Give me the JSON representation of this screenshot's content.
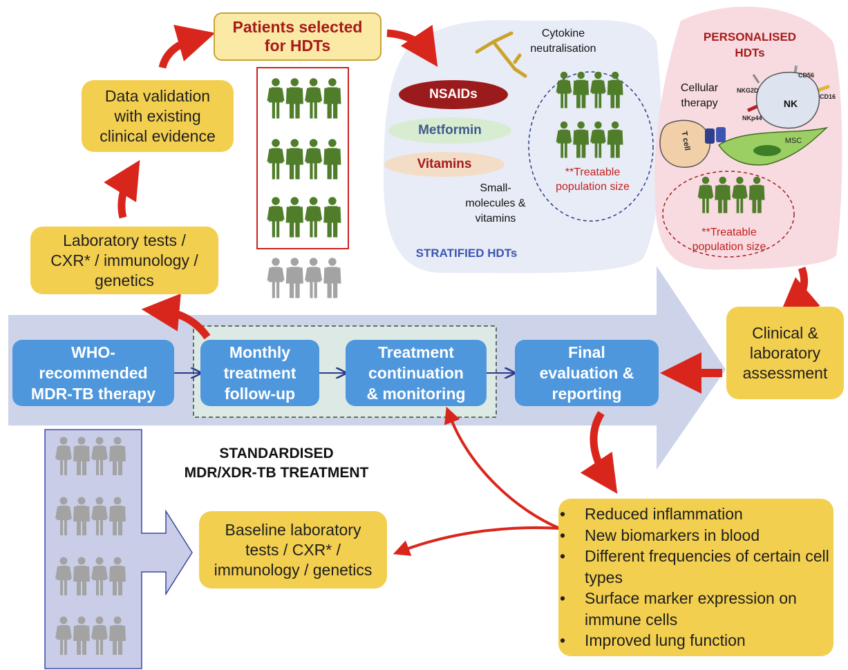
{
  "titles": {
    "standardised": [
      "STANDARDISED",
      "MDR/XDR-TB TREATMENT"
    ],
    "stratified": "STRATIFIED HDTs",
    "personalised": [
      "PERSONALISED",
      "HDTs"
    ]
  },
  "pipeline": {
    "who": [
      "WHO-",
      "recommended",
      "MDR-TB therapy"
    ],
    "monthly": [
      "Monthly",
      "treatment",
      "follow-up"
    ],
    "continuation": [
      "Treatment",
      "continuation",
      "& monitoring"
    ],
    "final": [
      "Final",
      "evaluation &",
      "reporting"
    ]
  },
  "boxes": {
    "patients": [
      "Patients selected",
      "for HDTs"
    ],
    "data_validation": [
      "Data validation",
      "with existing",
      "clinical evidence"
    ],
    "lab_tests": [
      "Laboratory tests /",
      "CXR* / immunology /",
      "genetics"
    ],
    "baseline": [
      "Baseline laboratory",
      "tests / CXR* /",
      "immunology / genetics"
    ],
    "clinical": [
      "Clinical &",
      "laboratory",
      "assessment"
    ]
  },
  "outcomes": [
    "Reduced inflammation",
    "New biomarkers in blood",
    "Different frequencies of certain cell types",
    "Surface marker expression on immune cells",
    "Improved lung function"
  ],
  "stratified": {
    "nsaids": "NSAIDs",
    "metformin": "Metformin",
    "vitamins": "Vitamins",
    "small_molecules": [
      "Small-",
      "molecules &",
      "vitamins"
    ],
    "cytokine": [
      "Cytokine",
      "neutralisation"
    ],
    "treatable": [
      "**Treatable",
      "population size"
    ]
  },
  "personalised": {
    "cellular_therapy": [
      "Cellular",
      "therapy"
    ],
    "nk": "NK",
    "tcell": "T cell",
    "msc": "MSC",
    "markers": {
      "cd56": "CD56",
      "nkg2d": "NKG2D",
      "cd16": "CD16",
      "nkp44": "NKp44"
    },
    "treatable": [
      "**Treatable",
      "population size"
    ]
  },
  "colors": {
    "green_person": "#4f7d2a",
    "grey_person": "#a3a3a3",
    "pipeline_blue": "#4f97dc",
    "yellow_box": "#f3cf4f",
    "red_arrow": "#d9261c",
    "stratified_bg": "#e8ecf6",
    "personalised_bg": "#f7dbe0",
    "big_arrow": "#cdd4ea"
  }
}
